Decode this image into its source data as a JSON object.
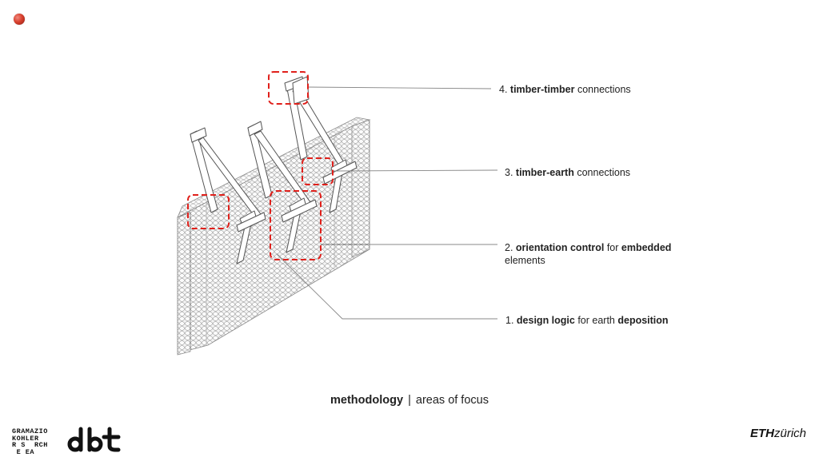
{
  "slide": {
    "labels": [
      {
        "number": "4.",
        "bold": "timber-timber",
        "rest": " connections"
      },
      {
        "number": "3.",
        "bold": "timber-earth",
        "rest": " connections"
      },
      {
        "number": "2.",
        "bold": "orientation control",
        "mid": " for ",
        "bold2": "embedded",
        "line2": "elements"
      },
      {
        "number": "1.",
        "bold": "design logic",
        "mid": " for earth ",
        "bold2": "deposition"
      }
    ],
    "caption": {
      "bold": "methodology",
      "separator": "|",
      "rest": "areas of focus"
    }
  },
  "footer": {
    "gkr_lines": [
      "GRAMAZIO",
      "KOHLER",
      "R S  RCH",
      " E EA"
    ],
    "dbt": "dbt",
    "eth": "ETH",
    "zurich": "zürich"
  },
  "colors": {
    "highlight": "#e0201b",
    "leader": "#888888",
    "text": "#222222"
  }
}
